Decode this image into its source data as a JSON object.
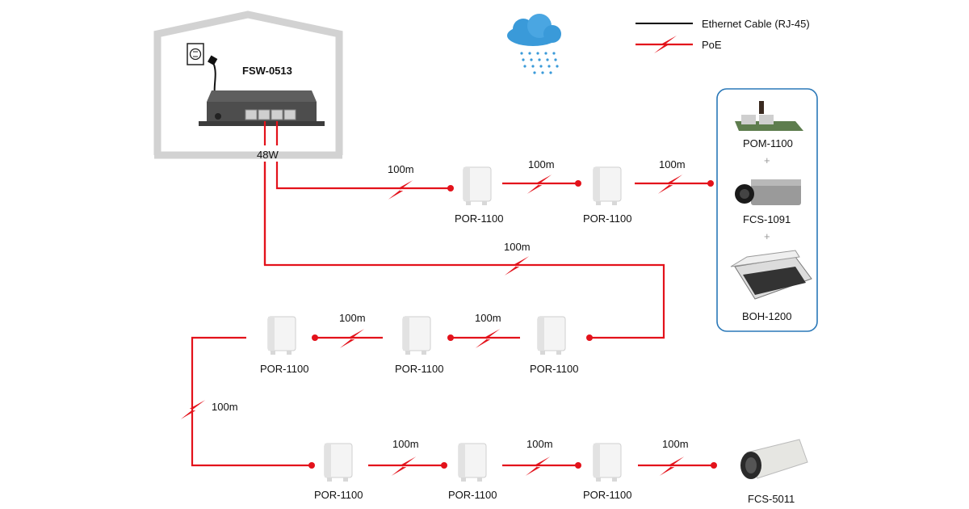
{
  "colors": {
    "poe": "#e3121b",
    "ethernet": "#000000",
    "accent_box": "#2a78b8",
    "cloud": "#3a9ad9",
    "house": "#d2d2d2"
  },
  "legend": {
    "ethernet_label": "Ethernet Cable (RJ-45)",
    "poe_label": "PoE"
  },
  "switch": {
    "model": "FSW-0513",
    "power_budget": "48W"
  },
  "weather_icon": "rain-cloud-icon",
  "segment_length": "100m",
  "run1": {
    "segments": [
      "100m",
      "100m",
      "100m"
    ],
    "nodes": [
      "POR-1100",
      "POR-1100"
    ]
  },
  "device_bundle": {
    "items": [
      "POM-1100",
      "FCS-1091",
      "BOH-1200"
    ],
    "separator": "+"
  },
  "run2": {
    "link_segment": "100m",
    "segments": [
      "100m",
      "100m"
    ],
    "nodes": [
      "POR-1100",
      "POR-1100",
      "POR-1100"
    ]
  },
  "run3": {
    "link_segment": "100m",
    "segments": [
      "100m",
      "100m",
      "100m"
    ],
    "nodes": [
      "POR-1100",
      "POR-1100",
      "POR-1100"
    ],
    "end_device": "FCS-5011"
  }
}
